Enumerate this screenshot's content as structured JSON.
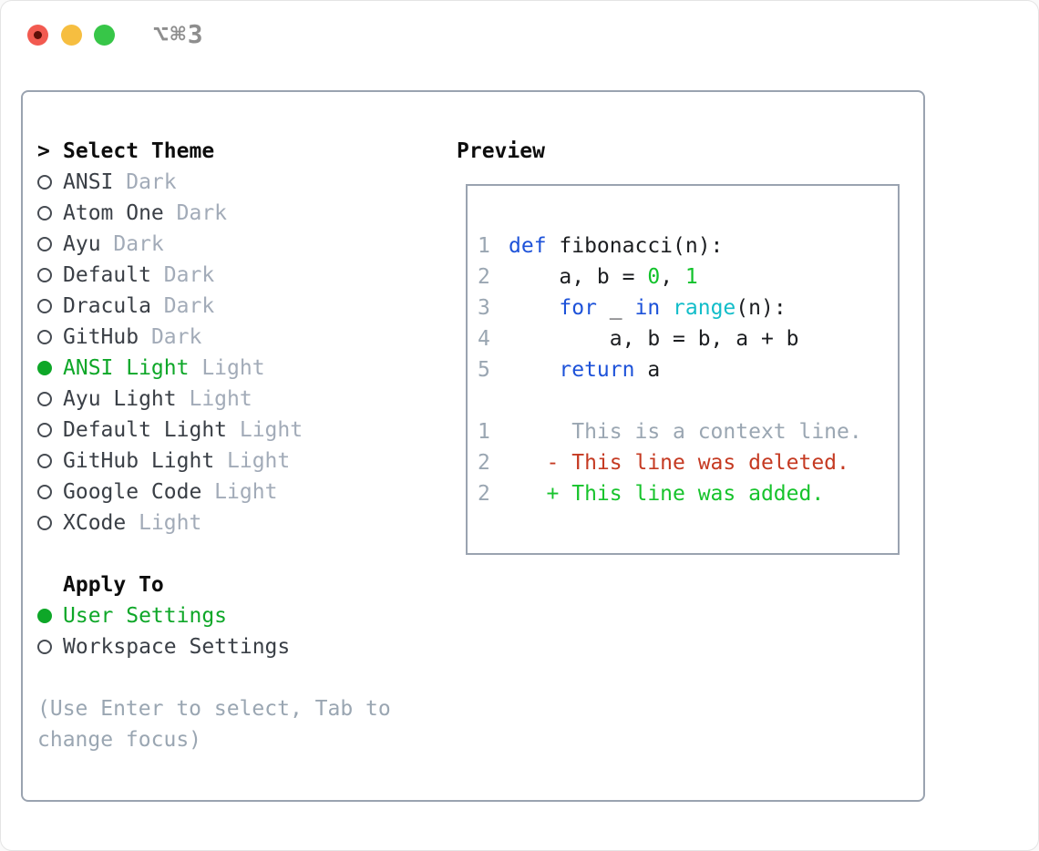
{
  "window": {
    "title": "⌥⌘3",
    "traffic_lights": [
      "close",
      "minimize",
      "zoom"
    ]
  },
  "theme_selector": {
    "title": "Select Theme",
    "title_marker": ">",
    "options": [
      {
        "name": "ANSI",
        "variant": "Dark",
        "selected": false
      },
      {
        "name": "Atom One",
        "variant": "Dark",
        "selected": false
      },
      {
        "name": "Ayu",
        "variant": "Dark",
        "selected": false
      },
      {
        "name": "Default",
        "variant": "Dark",
        "selected": false
      },
      {
        "name": "Dracula",
        "variant": "Dark",
        "selected": false
      },
      {
        "name": "GitHub",
        "variant": "Dark",
        "selected": false
      },
      {
        "name": "ANSI Light",
        "variant": "Light",
        "selected": true
      },
      {
        "name": "Ayu Light",
        "variant": "Light",
        "selected": false
      },
      {
        "name": "Default Light",
        "variant": "Light",
        "selected": false
      },
      {
        "name": "GitHub Light",
        "variant": "Light",
        "selected": false
      },
      {
        "name": "Google Code",
        "variant": "Light",
        "selected": false
      },
      {
        "name": "XCode",
        "variant": "Light",
        "selected": false
      }
    ]
  },
  "apply_to": {
    "title": "Apply To",
    "options": [
      {
        "name": "User Settings",
        "selected": true
      },
      {
        "name": "Workspace Settings",
        "selected": false
      }
    ]
  },
  "hint": {
    "lines": [
      "(Use Enter to select, Tab to",
      "change focus)"
    ]
  },
  "preview": {
    "title": "Preview",
    "code_lines": [
      {
        "num": "1",
        "tokens": [
          {
            "c": "k",
            "t": "def"
          },
          {
            "c": "fg",
            "t": " fibonacci(n):"
          }
        ]
      },
      {
        "num": "2",
        "tokens": [
          {
            "c": "fg",
            "t": "    a, b = "
          },
          {
            "c": "num",
            "t": "0"
          },
          {
            "c": "fg",
            "t": ", "
          },
          {
            "c": "num",
            "t": "1"
          }
        ]
      },
      {
        "num": "3",
        "tokens": [
          {
            "c": "fg",
            "t": "    "
          },
          {
            "c": "k",
            "t": "for"
          },
          {
            "c": "fg",
            "t": " _ "
          },
          {
            "c": "k",
            "t": "in"
          },
          {
            "c": "fg",
            "t": " "
          },
          {
            "c": "fn",
            "t": "range"
          },
          {
            "c": "fg",
            "t": "(n):"
          }
        ]
      },
      {
        "num": "4",
        "tokens": [
          {
            "c": "fg",
            "t": "        a, b = b, a + b"
          }
        ]
      },
      {
        "num": "5",
        "tokens": [
          {
            "c": "fg",
            "t": "    "
          },
          {
            "c": "k",
            "t": "return"
          },
          {
            "c": "fg",
            "t": " a"
          }
        ]
      },
      {
        "num": "",
        "tokens": []
      },
      {
        "num": "1",
        "tokens": [
          {
            "c": "ctx",
            "t": "     This is a context line."
          }
        ]
      },
      {
        "num": "2",
        "tokens": [
          {
            "c": "del",
            "t": "   - This line was deleted."
          }
        ]
      },
      {
        "num": "2",
        "tokens": [
          {
            "c": "add",
            "t": "   + This line was added."
          }
        ]
      }
    ]
  },
  "colors": {
    "accent_green": "#0ea728",
    "diff_added": "#17c32c",
    "diff_deleted": "#c53a22",
    "keyword_blue": "#1d52d9",
    "function_cyan": "#12bdc9",
    "numeral_green": "#12c22b",
    "muted_gray": "#9aa6b2",
    "border_gray": "#9aa3b0",
    "traffic_red": "#f25a50",
    "traffic_yellow": "#f6be40",
    "traffic_green": "#37c648"
  }
}
